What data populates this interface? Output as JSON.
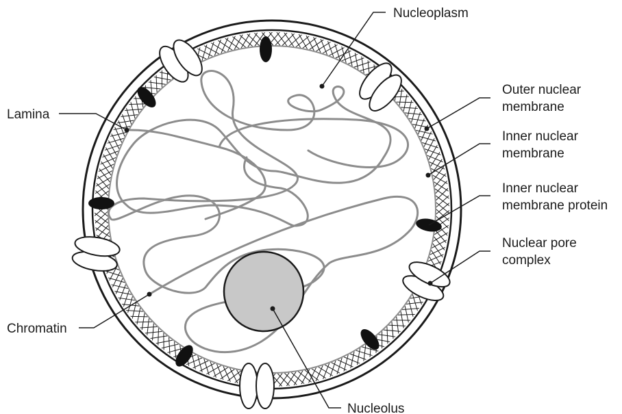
{
  "labels": {
    "nucleoplasm": "Nucleoplasm",
    "outer_membrane_line1": "Outer nuclear",
    "outer_membrane_line2": "membrane",
    "inner_membrane_line1": "Inner nuclear",
    "inner_membrane_line2": "membrane",
    "inner_protein_line1": "Inner nuclear",
    "inner_protein_line2": "membrane protein",
    "pore_line1": "Nuclear pore",
    "pore_line2": "complex",
    "lamina": "Lamina",
    "chromatin": "Chromatin",
    "nucleolus": "Nucleolus"
  },
  "colors": {
    "line": "#1a1a1a",
    "chromatin": "#8c8c8c",
    "nucleolus_fill": "#c8c8c8",
    "protein": "#111111"
  }
}
